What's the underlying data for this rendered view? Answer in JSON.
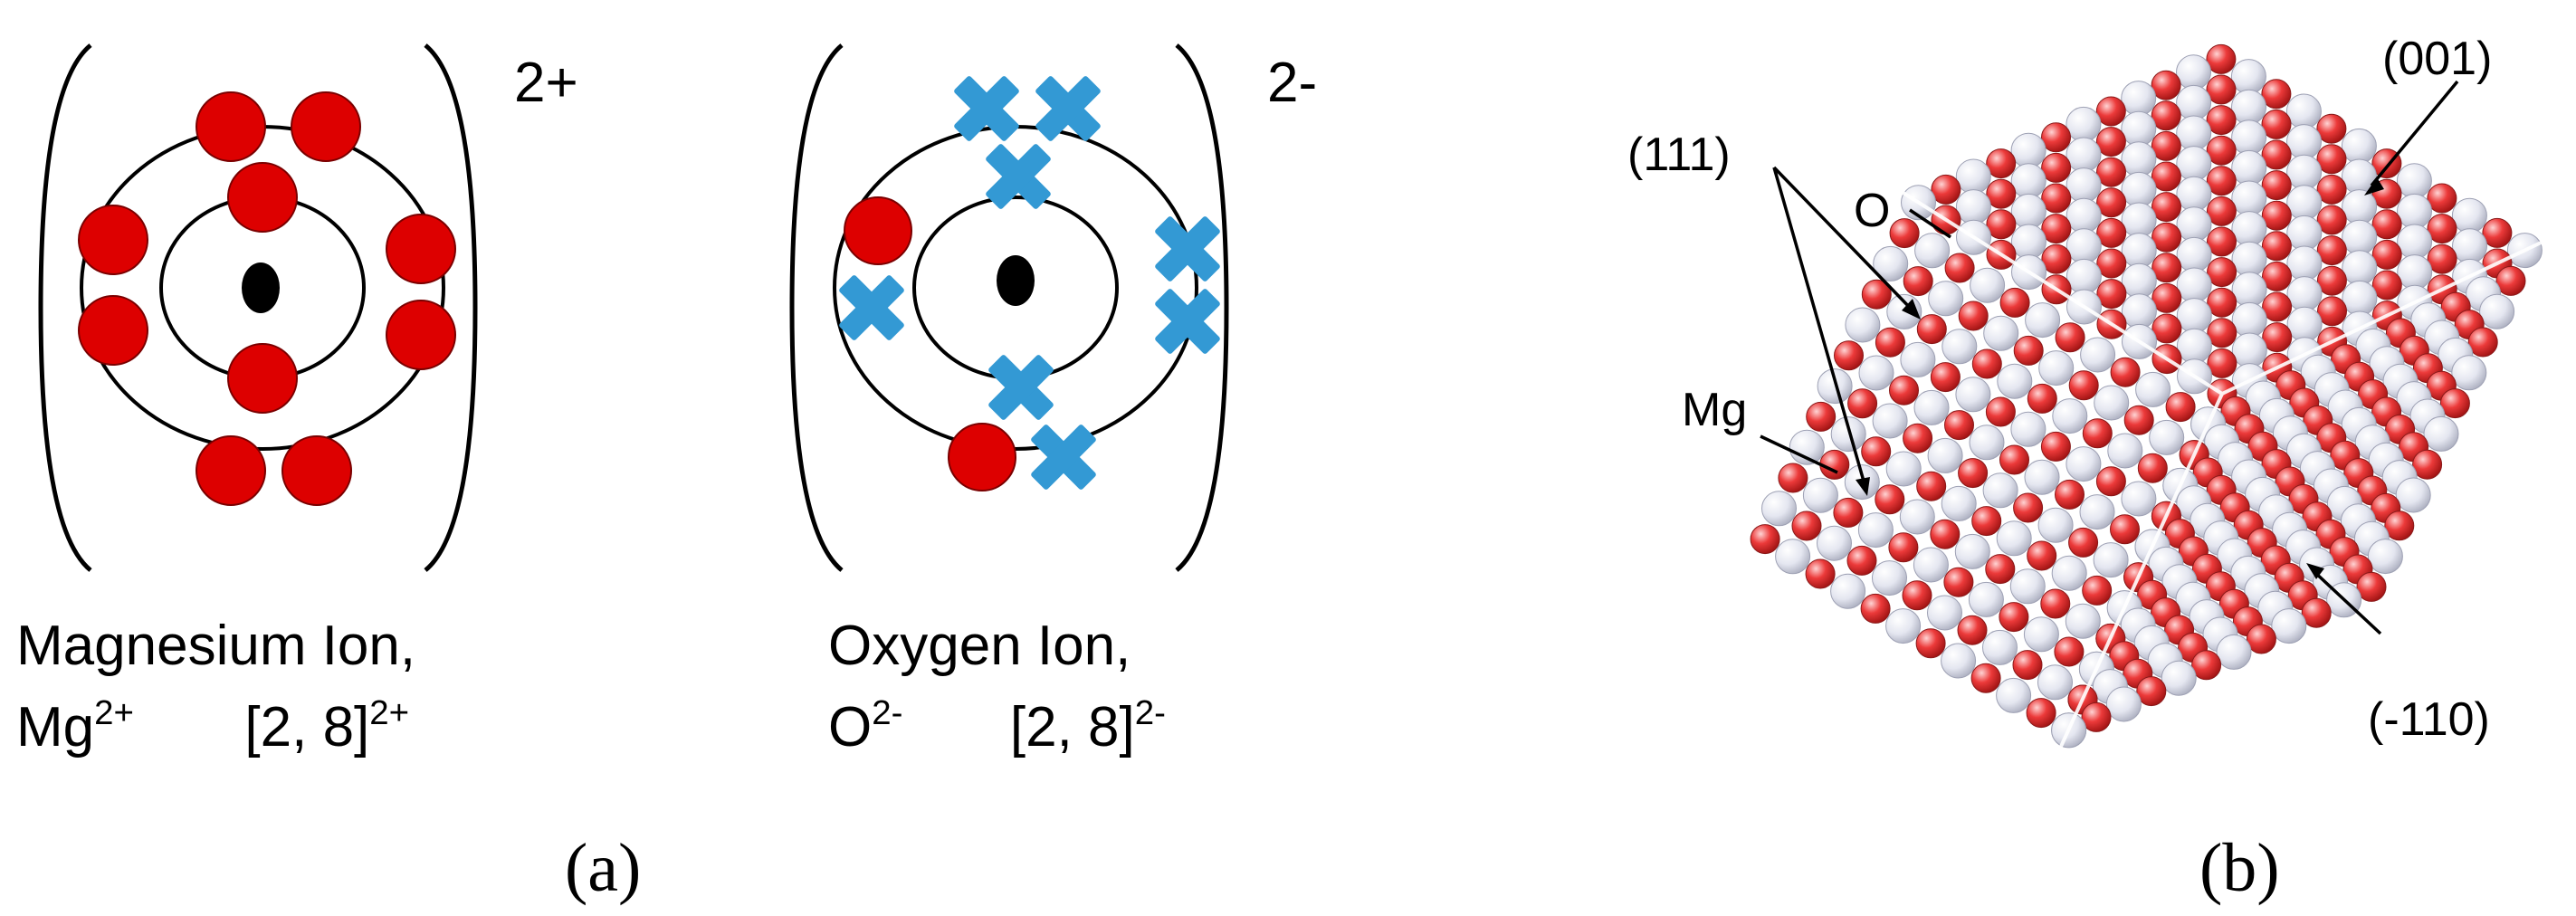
{
  "panel_a": {
    "mg_ion": {
      "charge": "2+",
      "name_line": "Magnesium Ion,",
      "symbol": "Mg",
      "symbol_charge": "2+",
      "config": "[2, 8]",
      "config_charge": "2+",
      "electron_color": "#dd0000"
    },
    "o_ion": {
      "charge": "2-",
      "name_line": "Oxygen Ion,",
      "symbol": "O",
      "symbol_charge": "2-",
      "config": "[2, 8]",
      "config_charge": "2-",
      "own_electron_color": "#dd0000",
      "gained_electron_color": "#3399d4"
    },
    "caption": "(a)"
  },
  "panel_b": {
    "labels": {
      "face_001": "(001)",
      "face_111": "(111)",
      "atom_o": "O",
      "atom_mg": "Mg",
      "face_110": "(-110)"
    },
    "o_color": "#e83030",
    "mg_color": "#e6e8f2",
    "caption": "(b)"
  }
}
